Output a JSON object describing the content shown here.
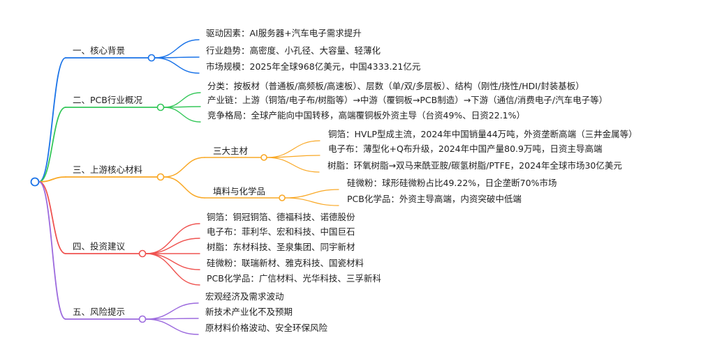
{
  "mindmap": {
    "root": {
      "label": "",
      "color": "#1a73e8"
    },
    "branches": [
      {
        "label": "一、核心背景",
        "color": "#1a73e8",
        "children": [
          {
            "label": "驱动因素：AI服务器+汽车电子需求提升"
          },
          {
            "label": "行业趋势：高密度、小孔径、大容量、轻薄化"
          },
          {
            "label": "市场规模：2025年全球968亿美元，中国4333.21亿元"
          }
        ]
      },
      {
        "label": "二、PCB行业概况",
        "color": "#34c759",
        "children": [
          {
            "label": "分类：按板材（普通板/高频板/高速板）、层数（单/双/多层板）、结构（刚性/挠性/HDI/封装基板）"
          },
          {
            "label": "产业链：上游（铜箔/电子布/树脂等）→中游（覆铜板→PCB制造）→下游（通信/消费电子/汽车电子等）"
          },
          {
            "label": "竞争格局：全球产能向中国转移，高端覆铜板外资主导（台资49%、日资22.1%）"
          }
        ]
      },
      {
        "label": "三、上游核心材料",
        "color": "#f9a825",
        "children": [
          {
            "label": "三大主材",
            "children": [
              {
                "label": "铜箔：HVLP型成主流，2024年中国销量44万吨，外资垄断高端（三井金属等）"
              },
              {
                "label": "电子布：薄型化+Q布升级，2024年中国产量80.9万吨，日资主导高端"
              },
              {
                "label": "树脂：环氧树脂→双马来酰亚胺/碳氢树脂/PTFE，2024年全球市场30亿美元"
              }
            ]
          },
          {
            "label": "填料与化学品",
            "children": [
              {
                "label": "硅微粉：球形硅微粉占比49.22%，日企垄断70%市场"
              },
              {
                "label": "PCB化学品：外资主导高端，内资突破中低端"
              }
            ]
          }
        ]
      },
      {
        "label": "四、投资建议",
        "color": "#ef5350",
        "children": [
          {
            "label": "铜箔：铜冠铜箔、德福科技、诺德股份"
          },
          {
            "label": "电子布：菲利华、宏和科技、中国巨石"
          },
          {
            "label": "树脂：东材科技、圣泉集团、同宇新材"
          },
          {
            "label": "硅微粉：联瑞新材、雅克科技、国瓷材料"
          },
          {
            "label": "PCB化学品：广信材料、光华科技、三孚新科"
          }
        ]
      },
      {
        "label": "五、风险提示",
        "color": "#9c6ade",
        "children": [
          {
            "label": "宏观经济及需求波动"
          },
          {
            "label": "新技术产业化不及预期"
          },
          {
            "label": "原材料价格波动、安全环保风险"
          }
        ]
      }
    ]
  }
}
